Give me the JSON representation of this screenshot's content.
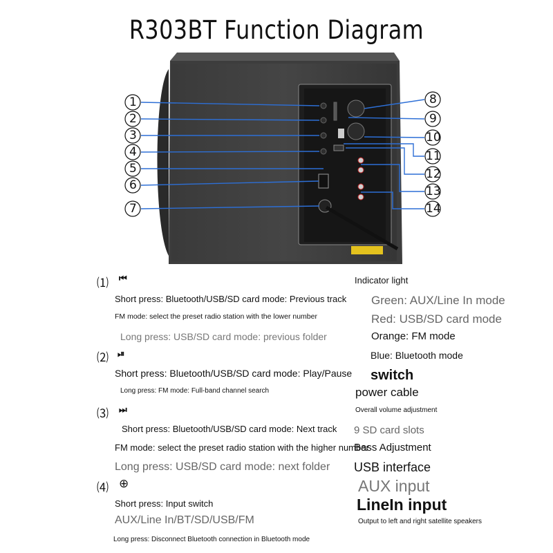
{
  "title": "R303BT Function Diagram",
  "callouts": [
    "1",
    "2",
    "3",
    "4",
    "5",
    "6",
    "7",
    "8",
    "9",
    "10",
    "11",
    "12",
    "13",
    "14"
  ],
  "colors": {
    "callout_line": "#2d6fd6",
    "cabinet": "#3a3a3a",
    "panel": "#1c1c1c"
  },
  "left": {
    "item1": {
      "symbol": "⑴",
      "icon": "previous-track-icon",
      "lines": [
        "Short press: Bluetooth/USB/SD card mode: Previous track",
        "FM mode: select the preset radio station with the lower number",
        "Long press: USB/SD card mode: previous folder"
      ]
    },
    "item2": {
      "symbol": "⑵",
      "icon": "play-pause-icon",
      "lines": [
        "Short press: Bluetooth/USB/SD card mode: Play/Pause",
        "Long press: FM mode: Full-band channel search"
      ]
    },
    "item3": {
      "symbol": "⑶",
      "icon": "next-track-icon",
      "lines": [
        "Short press: Bluetooth/USB/SD card mode: Next track",
        "FM mode: select the preset radio station with the higher number",
        "Long press: USB/SD card mode: next folder"
      ]
    },
    "item4": {
      "symbol": "⑷",
      "icon": "input-switch-icon",
      "lines": [
        "Short press: Input switch",
        "AUX/Line In/BT/SD/USB/FM",
        "Long press: Disconnect Bluetooth connection in Bluetooth mode"
      ]
    }
  },
  "right": [
    "Indicator light",
    "Green: AUX/Line In mode",
    "Red: USB/SD card mode",
    "Orange: FM mode",
    "Blue: Bluetooth mode",
    "switch",
    "power cable",
    "Overall volume adjustment",
    "9 SD card slots",
    "Bass Adjustment",
    "USB interface",
    "AUX input",
    "LineIn input",
    "Output to left and right satellite speakers"
  ]
}
